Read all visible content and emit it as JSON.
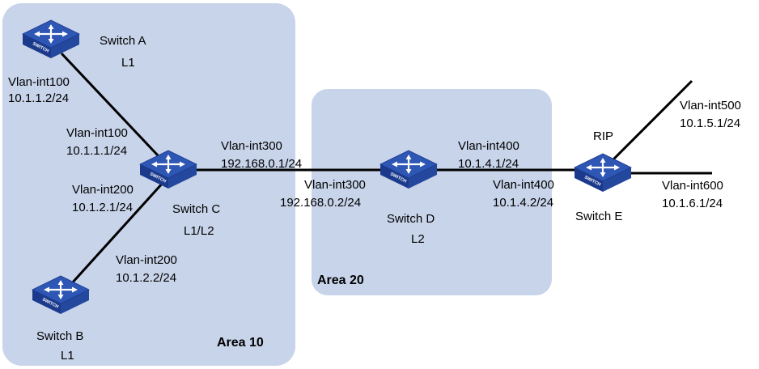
{
  "colors": {
    "area_fill": "#c8d4ea",
    "switch_top": "#2e56b4",
    "switch_side": "#1c3a8c",
    "link": "#000000"
  },
  "areas": [
    {
      "id": "area10",
      "label": "Area 10"
    },
    {
      "id": "area20",
      "label": "Area 20"
    }
  ],
  "switch_badge": "SWITCH",
  "switches": [
    {
      "id": "a",
      "name": "Switch A",
      "level": "L1"
    },
    {
      "id": "b",
      "name": "Switch B",
      "level": "L1"
    },
    {
      "id": "c",
      "name": "Switch C",
      "level": "L1/L2"
    },
    {
      "id": "d",
      "name": "Switch D",
      "level": "L2"
    },
    {
      "id": "e",
      "name": "Switch E",
      "level": ""
    }
  ],
  "protocol_label": "RIP",
  "interfaces": {
    "a_c_a": {
      "name": "Vlan-int100",
      "ip": "10.1.1.2/24"
    },
    "a_c_c": {
      "name": "Vlan-int100",
      "ip": "10.1.1.1/24"
    },
    "b_c_c": {
      "name": "Vlan-int200",
      "ip": "10.1.2.1/24"
    },
    "b_c_b": {
      "name": "Vlan-int200",
      "ip": "10.1.2.2/24"
    },
    "c_d_c": {
      "name": "Vlan-int300",
      "ip": "192.168.0.1/24"
    },
    "c_d_d": {
      "name": "Vlan-int300",
      "ip": "192.168.0.2/24"
    },
    "d_e_d": {
      "name": "Vlan-int400",
      "ip": "10.1.4.1/24"
    },
    "d_e_e": {
      "name": "Vlan-int400",
      "ip": "10.1.4.2/24"
    },
    "e_500": {
      "name": "Vlan-int500",
      "ip": "10.1.5.1/24"
    },
    "e_600": {
      "name": "Vlan-int600",
      "ip": "10.1.6.1/24"
    }
  }
}
